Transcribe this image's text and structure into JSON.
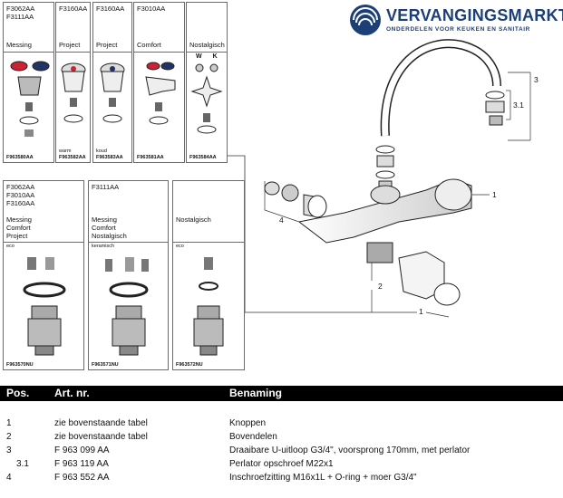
{
  "logo": {
    "name": "VERVANGINGSMARKT",
    "tagline": "ONDERDELEN VOOR KEUKEN EN SANITAIR",
    "brand_color": "#1d3f78"
  },
  "handle_cells": [
    {
      "codes": [
        "F3062AA",
        "F3111AA"
      ],
      "category": "Messing",
      "note": "",
      "art": "F963580AA"
    },
    {
      "codes": [
        "F3160AA"
      ],
      "category": "Project",
      "note": "warm",
      "art": "F963582AA"
    },
    {
      "codes": [
        "F3160AA"
      ],
      "category": "Project",
      "note": "koud",
      "art": "F963583AA"
    },
    {
      "codes": [
        "F3010AA"
      ],
      "category": "Comfort",
      "note": "",
      "art": "F963581AA"
    },
    {
      "codes": [],
      "category": "Nostalgisch",
      "note": "",
      "art": "F963584AA",
      "wk": [
        "W",
        "K"
      ]
    }
  ],
  "valve_cells": [
    {
      "codes": [
        "F3062AA",
        "F3010AA",
        "F3160AA"
      ],
      "categories": [
        "Messing",
        "Comfort",
        "Project"
      ],
      "note": "eco",
      "art": "F963570NU"
    },
    {
      "codes": [
        "F3111AA"
      ],
      "categories": [
        "Messing",
        "Comfort",
        "Nostalgisch"
      ],
      "note": "keramisch",
      "art": "F963571NU"
    },
    {
      "codes": [],
      "categories": [
        "Nostalgisch"
      ],
      "note": "eco",
      "art": "F963572NU"
    }
  ],
  "callouts": {
    "c1a": "1",
    "c1b": "1",
    "c2": "2",
    "c3": "3",
    "c31": "3.1",
    "c4": "4"
  },
  "table": {
    "headers": {
      "pos": "Pos.",
      "art": "Art. nr.",
      "name": "Benaming"
    },
    "rows": [
      {
        "pos": "1",
        "art": "zie bovenstaande tabel",
        "name": "Knoppen"
      },
      {
        "pos": "2",
        "art": "zie bovenstaande tabel",
        "name": "Bovendelen"
      },
      {
        "pos": "3",
        "art": "F 963 099 AA",
        "name": "Draaibare U-uitloop G3/4\", voorsprong 170mm, met perlator"
      },
      {
        "pos": "3.1",
        "art": "F 963 119 AA",
        "name": "Perlator opschroef M22x1"
      },
      {
        "pos": "4",
        "art": "F 963 552 AA",
        "name": "Inschroefzitting M16x1L + O-ring + moer G3/4\""
      }
    ]
  }
}
